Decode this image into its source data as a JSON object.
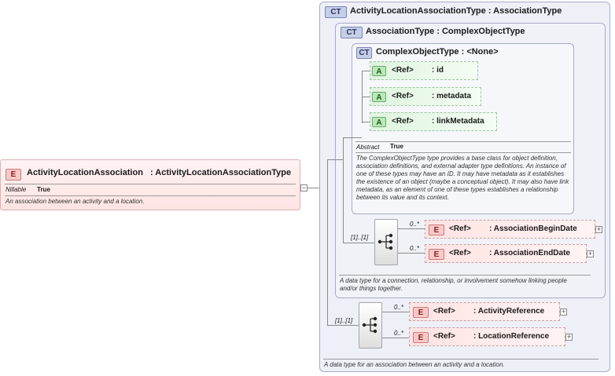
{
  "root": {
    "badge": "E",
    "name": "ActivityLocationAssociation",
    "type": ": ActivityLocationAssociationType",
    "nillable_label": "Nillable",
    "nillable_value": "True",
    "description": "An association between an activity and a location.",
    "collapse": "−"
  },
  "ct_outer": {
    "badge": "CT",
    "title": "ActivityLocationAssociationType : AssociationType",
    "description": "A data type for an association between an activity and a location."
  },
  "ct_mid": {
    "badge": "CT",
    "title": "AssociationType : ComplexObjectType",
    "description": "A data type for a connection, relationship, or involvement somehow linking people and/or things together."
  },
  "ct_inner": {
    "badge": "CT",
    "title": "ComplexObjectType : <None>",
    "abstract_label": "Abstract",
    "abstract_value": "True",
    "description": "The ComplexObjectType type provides a base class for object definition, association definitions, and external adapter type definitions. An instance of one of these types may have an ID. It may have metadata as it establishes the existence of an object (maybe a conceptual object). It may also have link metadata, as an element of one of these types establishes a relationship between its value and its context."
  },
  "attributes": [
    {
      "badge": "A",
      "ref": "<Ref>",
      "name": ": id"
    },
    {
      "badge": "A",
      "ref": "<Ref>",
      "name": ": metadata"
    },
    {
      "badge": "A",
      "ref": "<Ref>",
      "name": ": linkMetadata"
    }
  ],
  "seq_mid": {
    "cardinality": "[1]..[1]",
    "elements": [
      {
        "badge": "E",
        "mult": "0..*",
        "ref": "<Ref>",
        "name": ": AssociationBeginDate",
        "expand": "+"
      },
      {
        "badge": "E",
        "mult": "0..*",
        "ref": "<Ref>",
        "name": ": AssociationEndDate",
        "expand": "+"
      }
    ]
  },
  "seq_outer": {
    "cardinality": "[1]..[1]",
    "elements": [
      {
        "badge": "E",
        "mult": "0..*",
        "ref": "<Ref>",
        "name": ": ActivityReference",
        "expand": "+"
      },
      {
        "badge": "E",
        "mult": "0..*",
        "ref": "<Ref>",
        "name": ": LocationReference",
        "expand": "+"
      }
    ]
  }
}
